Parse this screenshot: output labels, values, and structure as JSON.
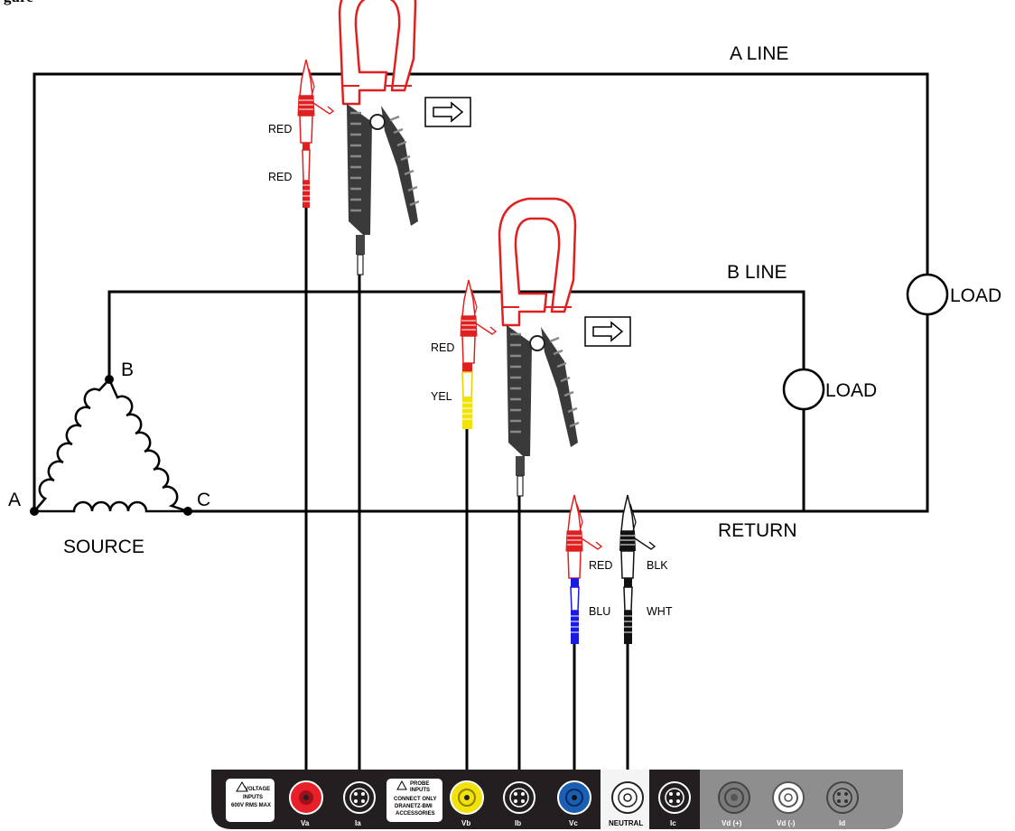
{
  "figure": {
    "title": "gure"
  },
  "lines": {
    "a": "A  LINE",
    "b": "B  LINE",
    "return": "RETURN"
  },
  "source": {
    "label": "SOURCE",
    "node_a": "A",
    "node_b": "B",
    "node_c": "C"
  },
  "loads": {
    "load1": "LOAD",
    "load2": "LOAD"
  },
  "leads": {
    "va_top": "RED",
    "va_bottom": "RED",
    "vb_top": "RED",
    "vb_bottom": "YEL",
    "vc_top": "RED",
    "vc_bottom": "BLU",
    "n_top": "BLK",
    "n_bottom": "WHT"
  },
  "panel": {
    "voltage_warning": [
      "VOLTAGE",
      "INPUTS",
      "600V RMS MAX"
    ],
    "probe_warning": [
      "PROBE",
      "INPUTS",
      "CONNECT ONLY",
      "DRANETZ-BMI",
      "ACCESSORIES"
    ],
    "ports": [
      "Va",
      "Ia",
      "Vb",
      "Ib",
      "Vc",
      "NEUTRAL",
      "Ic",
      "Vd (+)",
      "Vd (-)",
      "Id"
    ]
  },
  "colors": {
    "red": "#e8202a",
    "yellow": "#f2e20c",
    "blue": "#1a5fb4",
    "panel_dark": "#231f20",
    "panel_gray": "#8e8e8e",
    "probe_red": "#e02020"
  }
}
